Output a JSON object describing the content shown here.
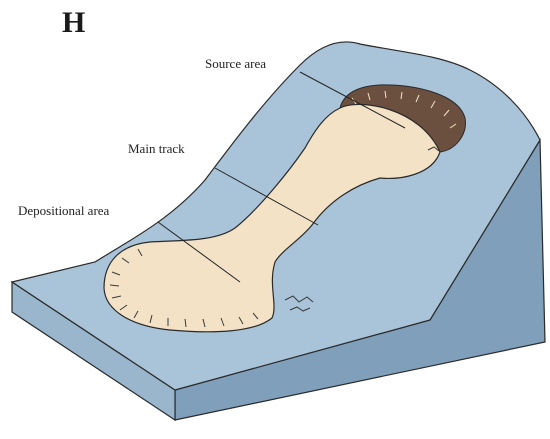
{
  "panel_letter": "H",
  "labels": {
    "source_area": "Source area",
    "main_track": "Main track",
    "depositional_area": "Depositional area"
  },
  "colors": {
    "slope_top": "#a9c3d8",
    "slope_right_face": "#7f9fba",
    "slope_front_face": "#9ab6cc",
    "landslide_body": "#f3e2c6",
    "scarp": "#6b5040",
    "outline": "#2a2a2a"
  }
}
